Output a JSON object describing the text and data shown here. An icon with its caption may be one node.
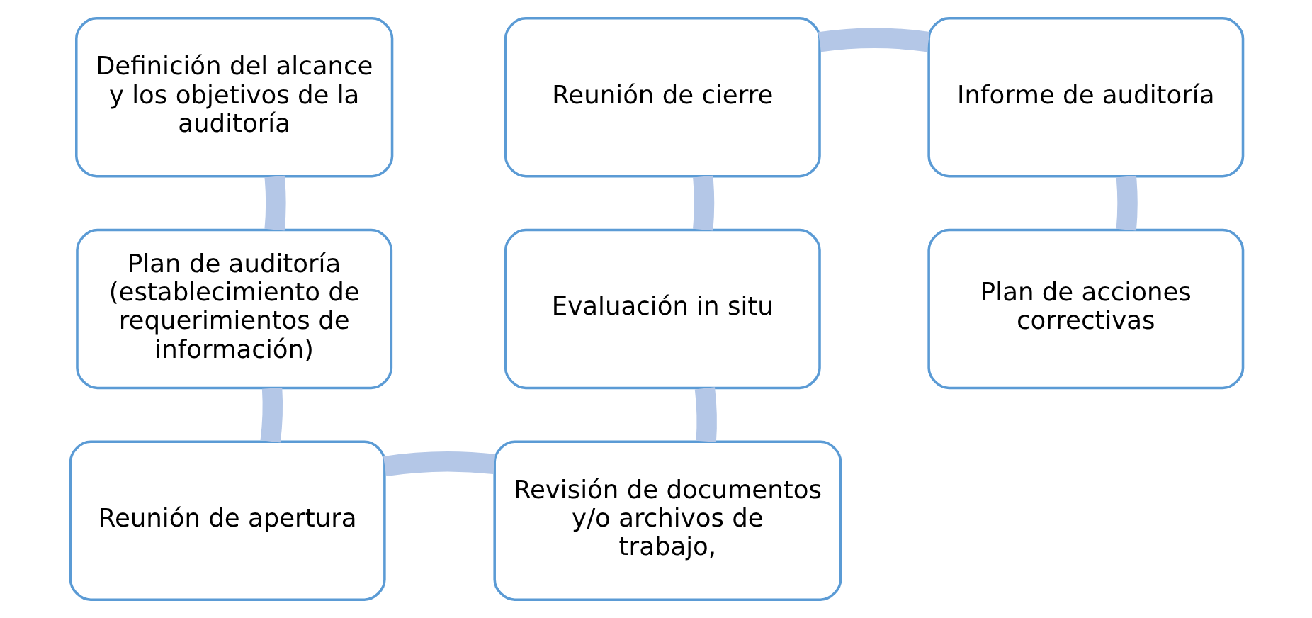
{
  "diagram": {
    "nodes": [
      {
        "text": [
          "Definición del alcance y los objetivos de la auditoría"
        ]
      },
      {
        "text": [
          "Plan de auditoría (establecimiento de requerimientos de información)"
        ]
      },
      {
        "text": [
          "Reunión de apertura"
        ]
      },
      {
        "text": [
          "Revisión de documentos y/o archivos de trabajo,"
        ]
      },
      {
        "text": [
          "Evaluación in situ"
        ]
      },
      {
        "text": [
          "Reunión de cierre"
        ]
      },
      {
        "text": [
          "Informe de auditoría"
        ]
      },
      {
        "text": [
          "Plan de acciones correctivas"
        ]
      }
    ],
    "edges": [
      {
        "from": 0,
        "to": 1,
        "arrow": "none"
      },
      {
        "from": 1,
        "to": 2,
        "arrow": "none"
      },
      {
        "from": 2,
        "to": 3,
        "arrow": "none"
      },
      {
        "from": 3,
        "to": 4,
        "arrow": "none"
      },
      {
        "from": 4,
        "to": 5,
        "arrow": "none"
      },
      {
        "from": 5,
        "to": 6,
        "arrow": "none"
      },
      {
        "from": 6,
        "to": 7,
        "arrow": "none"
      }
    ]
  }
}
